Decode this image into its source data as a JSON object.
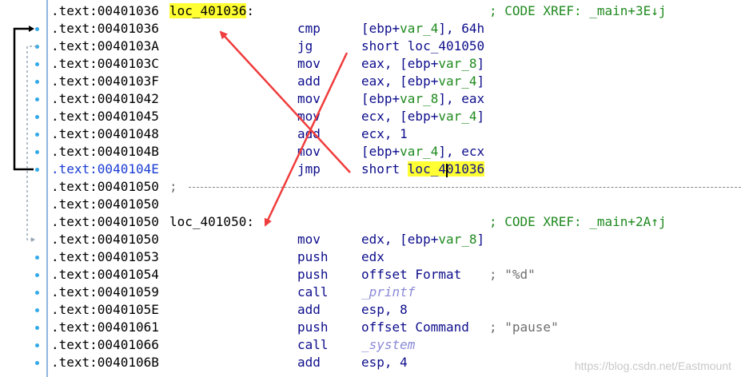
{
  "rows": [
    {
      "kind": "code",
      "addr": ".text:00401036",
      "label": "loc_401036",
      "label_hl": true,
      "label_colon": ":",
      "xref": "; CODE XREF: _main+3E↓j"
    },
    {
      "kind": "code",
      "addr": ".text:00401036",
      "mnem": "cmp",
      "ops": [
        {
          "t": "[ebp+"
        },
        {
          "t": "var_4",
          "c": "var"
        },
        {
          "t": "], 64h"
        }
      ]
    },
    {
      "kind": "code",
      "addr": ".text:0040103A",
      "mnem": "jg",
      "ops": [
        {
          "t": "short loc_401050"
        }
      ]
    },
    {
      "kind": "code",
      "addr": ".text:0040103C",
      "mnem": "mov",
      "ops": [
        {
          "t": "eax, [ebp+"
        },
        {
          "t": "var_8",
          "c": "var"
        },
        {
          "t": "]"
        }
      ]
    },
    {
      "kind": "code",
      "addr": ".text:0040103F",
      "mnem": "add",
      "ops": [
        {
          "t": "eax, [ebp+"
        },
        {
          "t": "var_4",
          "c": "var"
        },
        {
          "t": "]"
        }
      ]
    },
    {
      "kind": "code",
      "addr": ".text:00401042",
      "mnem": "mov",
      "ops": [
        {
          "t": "[ebp+"
        },
        {
          "t": "var_8",
          "c": "var"
        },
        {
          "t": "], eax"
        }
      ]
    },
    {
      "kind": "code",
      "addr": ".text:00401045",
      "mnem": "mov",
      "ops": [
        {
          "t": "ecx, [ebp+"
        },
        {
          "t": "var_4",
          "c": "var"
        },
        {
          "t": "]"
        }
      ]
    },
    {
      "kind": "code",
      "addr": ".text:00401048",
      "mnem": "add",
      "ops": [
        {
          "t": "ecx, 1"
        }
      ]
    },
    {
      "kind": "code",
      "addr": ".text:0040104B",
      "mnem": "mov",
      "ops": [
        {
          "t": "[ebp+"
        },
        {
          "t": "var_4",
          "c": "var"
        },
        {
          "t": "], ecx"
        }
      ]
    },
    {
      "kind": "code",
      "addr": ".text:0040104E",
      "addr_current": true,
      "mnem": "jmp",
      "ops": [
        {
          "t": "short "
        },
        {
          "t": "loc_401036",
          "c": "hl"
        }
      ],
      "caret": true
    },
    {
      "kind": "sep",
      "addr": ".text:00401050",
      "semi": ";"
    },
    {
      "kind": "code",
      "addr": ".text:00401050"
    },
    {
      "kind": "code",
      "addr": ".text:00401050",
      "label": "loc_401050",
      "label_colon": ":",
      "xref": "; CODE XREF: _main+2A↑j"
    },
    {
      "kind": "code",
      "addr": ".text:00401050",
      "mnem": "mov",
      "ops": [
        {
          "t": "edx, [ebp+"
        },
        {
          "t": "var_8",
          "c": "var"
        },
        {
          "t": "]"
        }
      ]
    },
    {
      "kind": "code",
      "addr": ".text:00401053",
      "mnem": "push",
      "ops": [
        {
          "t": "edx"
        }
      ]
    },
    {
      "kind": "code",
      "addr": ".text:00401054",
      "mnem": "push",
      "ops": [
        {
          "t": "offset Format"
        }
      ],
      "comment": "; \"%d\""
    },
    {
      "kind": "code",
      "addr": ".text:00401059",
      "mnem": "call",
      "ops": [
        {
          "t": "_printf",
          "c": "fn"
        }
      ]
    },
    {
      "kind": "code",
      "addr": ".text:0040105E",
      "mnem": "add",
      "ops": [
        {
          "t": "esp, 8"
        }
      ]
    },
    {
      "kind": "code",
      "addr": ".text:00401061",
      "mnem": "push",
      "ops": [
        {
          "t": "offset Command"
        }
      ],
      "comment": "; \"pause\""
    },
    {
      "kind": "code",
      "addr": ".text:00401066",
      "mnem": "call",
      "ops": [
        {
          "t": "_system",
          "c": "fn"
        }
      ]
    },
    {
      "kind": "code",
      "addr": ".text:0040106B",
      "mnem": "add",
      "ops": [
        {
          "t": "esp, 4"
        }
      ]
    }
  ],
  "dot_rows": [
    1,
    2,
    3,
    4,
    5,
    6,
    7,
    8,
    9,
    14,
    15,
    16,
    17,
    18,
    19,
    20
  ],
  "watermark": "https://blog.csdn.net/Eastmount",
  "colors": {
    "arrow": "#f03c3c",
    "flow_solid": "#000000",
    "flow_dashed": "#9aa7b5",
    "highlight": "#ffff33",
    "dot": "#33a9e8"
  },
  "icons": [
    "flow-arrow-icon",
    "breakpoint-dot-icon"
  ]
}
